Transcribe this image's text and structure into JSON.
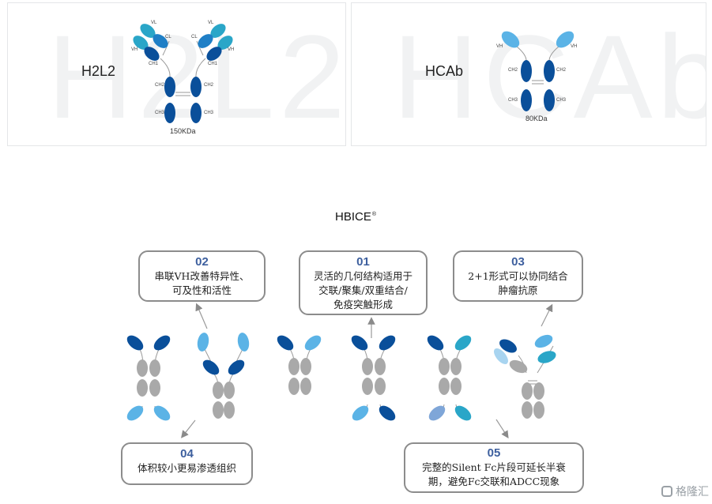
{
  "panels": {
    "h2l2": {
      "watermark": "H2L2",
      "name": "H2L2",
      "labels": {
        "vl": "VL",
        "cl": "CL",
        "vh": "VH",
        "ch1": "CH1",
        "ch2": "CH2",
        "ch3": "CH3"
      },
      "weight": "150KDa"
    },
    "hcab": {
      "watermark": "HCAb",
      "name": "HCAb",
      "labels": {
        "vh": "VH",
        "ch2": "CH2",
        "ch3": "CH3"
      },
      "weight": "80KDa"
    }
  },
  "hbice": {
    "title": "HBICE",
    "mark": "®"
  },
  "callouts": {
    "c01": {
      "num": "01",
      "lines": [
        "灵活的几何结构适用于",
        "交联/聚集/双重结合/",
        "免疫突触形成"
      ]
    },
    "c02": {
      "num": "02",
      "lines": [
        "串联VH改善特异性、",
        "可及性和活性"
      ]
    },
    "c03": {
      "num": "03",
      "lines": [
        "2+1形式可以协同结合",
        "肿瘤抗原"
      ]
    },
    "c04": {
      "num": "04",
      "lines": [
        "体积较小更易渗透组织"
      ]
    },
    "c05": {
      "num": "05",
      "lines": [
        "完整的Silent Fc片段可延长半衰",
        "期，避免Fc交联和ADCC现象"
      ]
    }
  },
  "colors": {
    "dark_blue": "#0a4f9a",
    "mid_blue": "#1f7fc6",
    "light_blue": "#5bb3e6",
    "teal": "#2aa6c8",
    "gray": "#a9a9a9",
    "pale_blue": "#a8d4f0",
    "label_blue": "#3d5f9e"
  },
  "logo": {
    "icon": "gelonghui-logo-icon",
    "text": "格隆汇"
  }
}
